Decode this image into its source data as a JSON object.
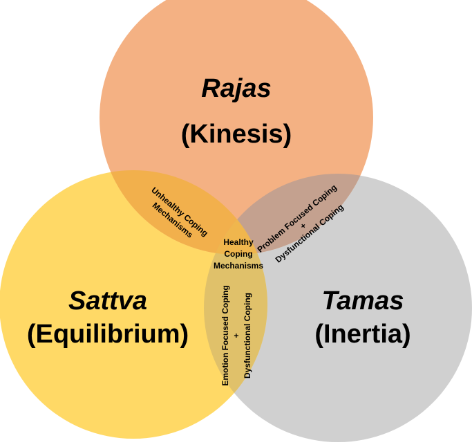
{
  "circles": {
    "rajas": {
      "name": "Rajas",
      "subtitle": "(Kinesis)",
      "color": "#F4B183"
    },
    "sattva": {
      "name": "Sattva",
      "subtitle": "(Equilibrium)",
      "color": "#FFD966"
    },
    "tamas": {
      "name": "Tamas",
      "subtitle": "(Inertia)",
      "color": "#C9C9C9"
    }
  },
  "overlaps": {
    "rajas_sattva": {
      "line1": "Unhealthy Coping",
      "line2": "Mechanisms"
    },
    "rajas_tamas": {
      "line1": "Problem Focused Coping",
      "plus": "+",
      "line2": "Dysfunctional Coping"
    },
    "sattva_tamas": {
      "line1": "Emotion Focused Coping",
      "plus": "+",
      "line2": "Dysfunctional Coping"
    },
    "center": {
      "line1": "Healthy",
      "line2": "Coping",
      "line3": "Mechanisms"
    }
  }
}
